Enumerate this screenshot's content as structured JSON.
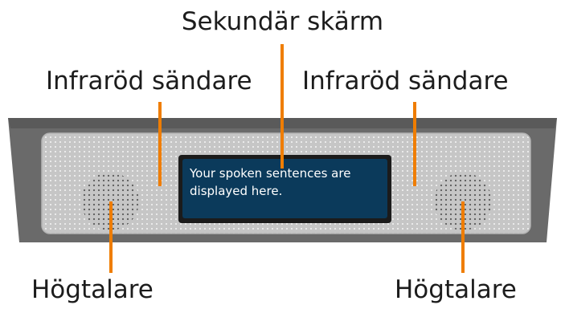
{
  "labels": {
    "secondary_screen": "Sekundär skärm",
    "ir_transmitter_left": "Infraröd sändare",
    "ir_transmitter_right": "Infraröd sändare",
    "speaker_left": "Högtalare",
    "speaker_right": "Högtalare"
  },
  "screen": {
    "text": "Your spoken sentences are displayed here."
  },
  "colors": {
    "callout": "#ef7d00",
    "screen_bg": "#0b3a5b",
    "device_frame": "#6e6e6e",
    "device_face": "#c9c9c9",
    "text": "#1c1c1c"
  }
}
